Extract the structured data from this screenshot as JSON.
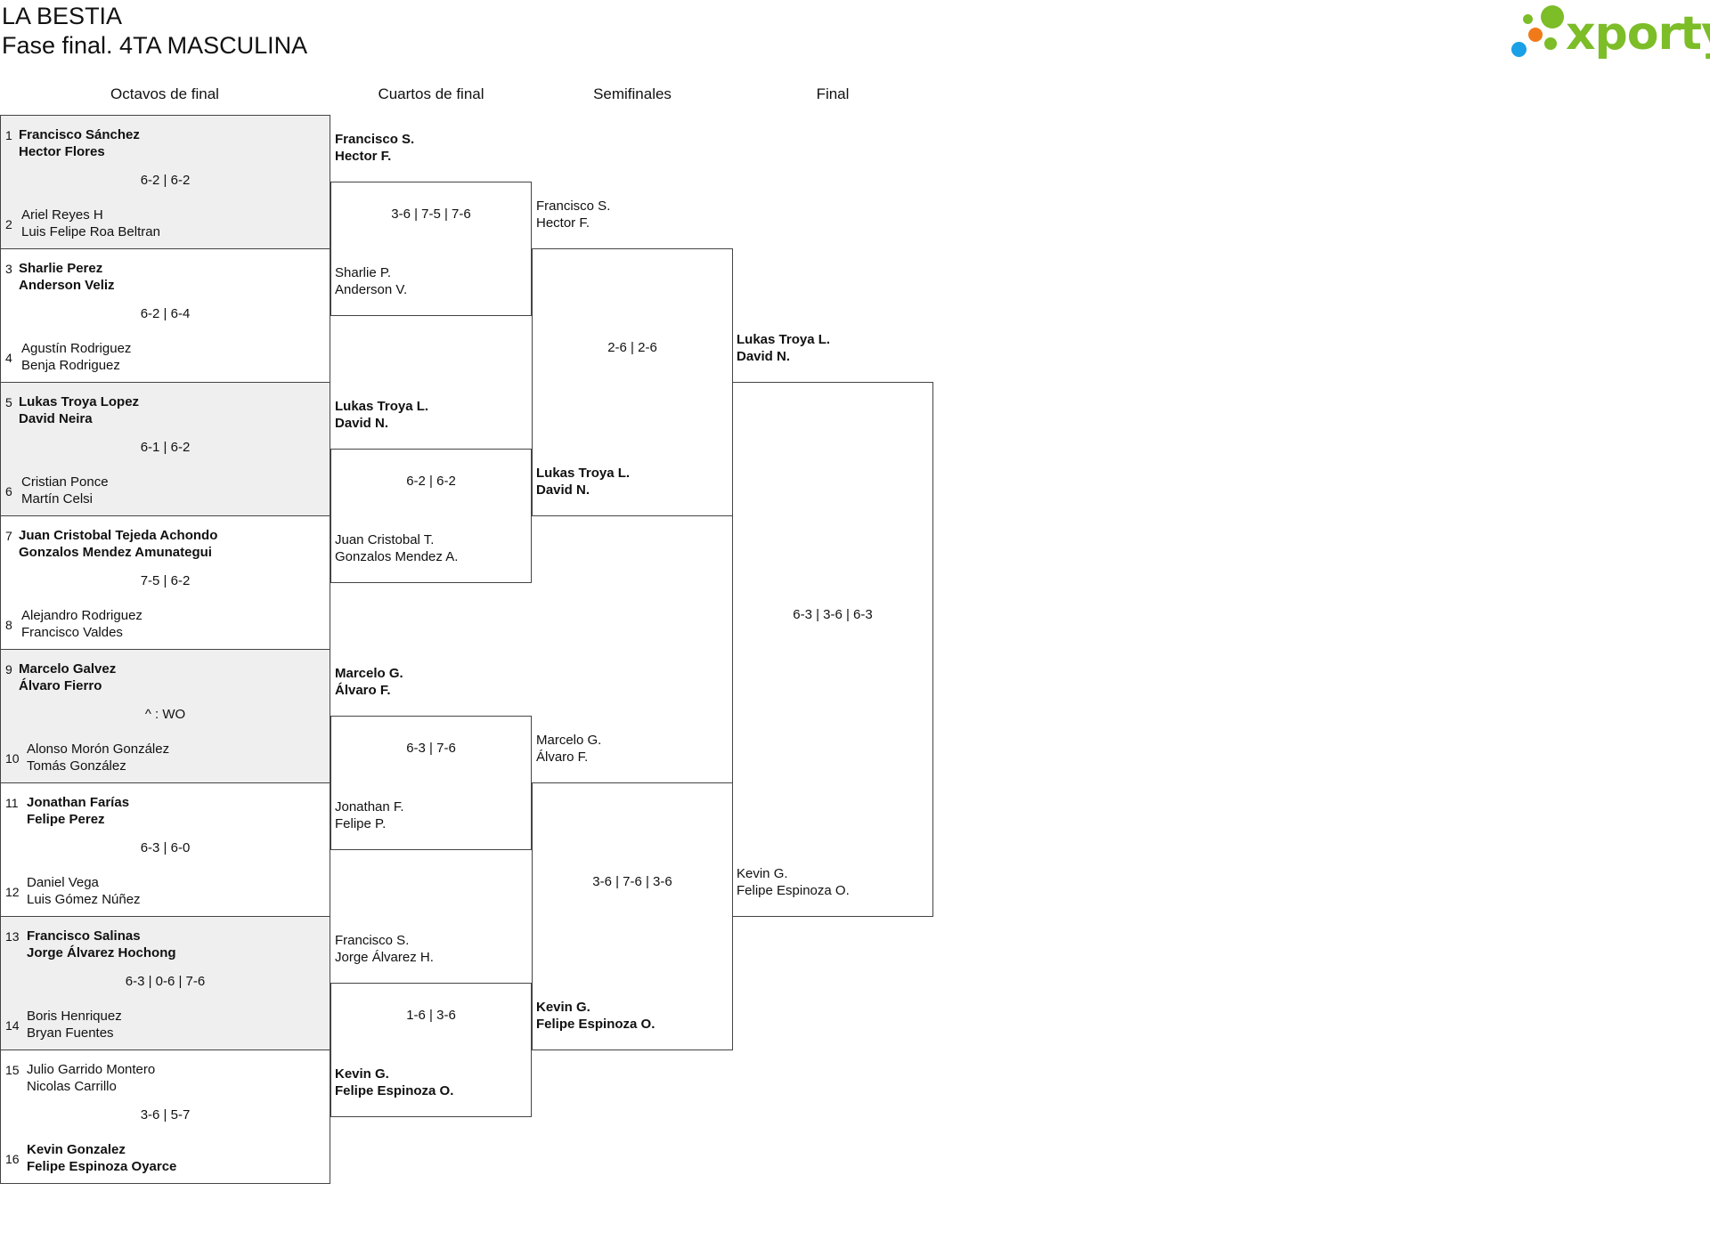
{
  "header": {
    "title": "LA BESTIA",
    "subtitle": "Fase final. 4TA MASCULINA"
  },
  "logo": {
    "text": "xporty",
    "colors": {
      "green": "#7cbd28",
      "orange": "#f07a1a",
      "blue": "#1aa0e6"
    }
  },
  "rounds": [
    "Octavos de final",
    "Cuartos de final",
    "Semifinales",
    "Final"
  ],
  "r16": [
    {
      "seeds": [
        "1",
        "2"
      ],
      "top": [
        "Francisco Sánchez",
        "Hector Flores"
      ],
      "bottom": [
        "Ariel Reyes H",
        "Luis Felipe Roa Beltran"
      ],
      "score": "6-2 | 6-2",
      "winner": "top"
    },
    {
      "seeds": [
        "3",
        "4"
      ],
      "top": [
        "Sharlie Perez",
        "Anderson Veliz"
      ],
      "bottom": [
        "Agustín Rodriguez",
        "Benja Rodriguez"
      ],
      "score": "6-2 | 6-4",
      "winner": "top"
    },
    {
      "seeds": [
        "5",
        "6"
      ],
      "top": [
        "Lukas Troya Lopez",
        "David Neira"
      ],
      "bottom": [
        "Cristian Ponce",
        "Martín Celsi"
      ],
      "score": "6-1 | 6-2",
      "winner": "top"
    },
    {
      "seeds": [
        "7",
        "8"
      ],
      "top": [
        "Juan Cristobal Tejeda Achondo",
        "Gonzalos Mendez Amunategui"
      ],
      "bottom": [
        "Alejandro Rodriguez",
        "Francisco Valdes"
      ],
      "score": "7-5 | 6-2",
      "winner": "top"
    },
    {
      "seeds": [
        "9",
        "10"
      ],
      "top": [
        "Marcelo Galvez",
        "Álvaro Fierro"
      ],
      "bottom": [
        "Alonso Morón González",
        "Tomás González"
      ],
      "score": "^ : WO",
      "winner": "top"
    },
    {
      "seeds": [
        "11",
        "12"
      ],
      "top": [
        "Jonathan Farías",
        "Felipe Perez"
      ],
      "bottom": [
        "Daniel Vega",
        "Luis Gómez Núñez"
      ],
      "score": "6-3 | 6-0",
      "winner": "top"
    },
    {
      "seeds": [
        "13",
        "14"
      ],
      "top": [
        "Francisco Salinas",
        "Jorge Álvarez Hochong"
      ],
      "bottom": [
        "Boris Henriquez",
        "Bryan Fuentes"
      ],
      "score": "6-3 | 0-6 | 7-6",
      "winner": "top"
    },
    {
      "seeds": [
        "15",
        "16"
      ],
      "top": [
        "Julio Garrido Montero",
        "Nicolas Carrillo"
      ],
      "bottom": [
        "Kevin Gonzalez",
        "Felipe Espinoza Oyarce"
      ],
      "score": "3-6 | 5-7",
      "winner": "bottom"
    }
  ],
  "qf": [
    {
      "top": [
        "Francisco S.",
        "Hector F."
      ],
      "bottom": [
        "Sharlie P.",
        "Anderson V."
      ],
      "score": "3-6 | 7-5 | 7-6",
      "winner": "top"
    },
    {
      "top": [
        "Lukas Troya L.",
        "David N."
      ],
      "bottom": [
        "Juan Cristobal T.",
        "Gonzalos Mendez A."
      ],
      "score": "6-2 | 6-2",
      "winner": "top"
    },
    {
      "top": [
        "Marcelo G.",
        "Álvaro F."
      ],
      "bottom": [
        "Jonathan F.",
        "Felipe P."
      ],
      "score": "6-3 | 7-6",
      "winner": "top"
    },
    {
      "top": [
        "Francisco S.",
        "Jorge Álvarez H."
      ],
      "bottom": [
        "Kevin G.",
        "Felipe Espinoza O."
      ],
      "score": "1-6 | 3-6",
      "winner": "bottom"
    }
  ],
  "sf": [
    {
      "top": [
        "Francisco S.",
        "Hector F."
      ],
      "bottom": [
        "Lukas Troya L.",
        "David N."
      ],
      "score": "2-6 | 2-6",
      "winner": "bottom"
    },
    {
      "top": [
        "Marcelo G.",
        "Álvaro F."
      ],
      "bottom": [
        "Kevin G.",
        "Felipe Espinoza O."
      ],
      "score": "3-6 | 7-6 | 3-6",
      "winner": "bottom"
    }
  ],
  "final": {
    "top": [
      "Lukas Troya L.",
      "David N."
    ],
    "bottom": [
      "Kevin G.",
      "Felipe Espinoza O."
    ],
    "score": "6-3 | 3-6 | 6-3",
    "winner": "top"
  }
}
